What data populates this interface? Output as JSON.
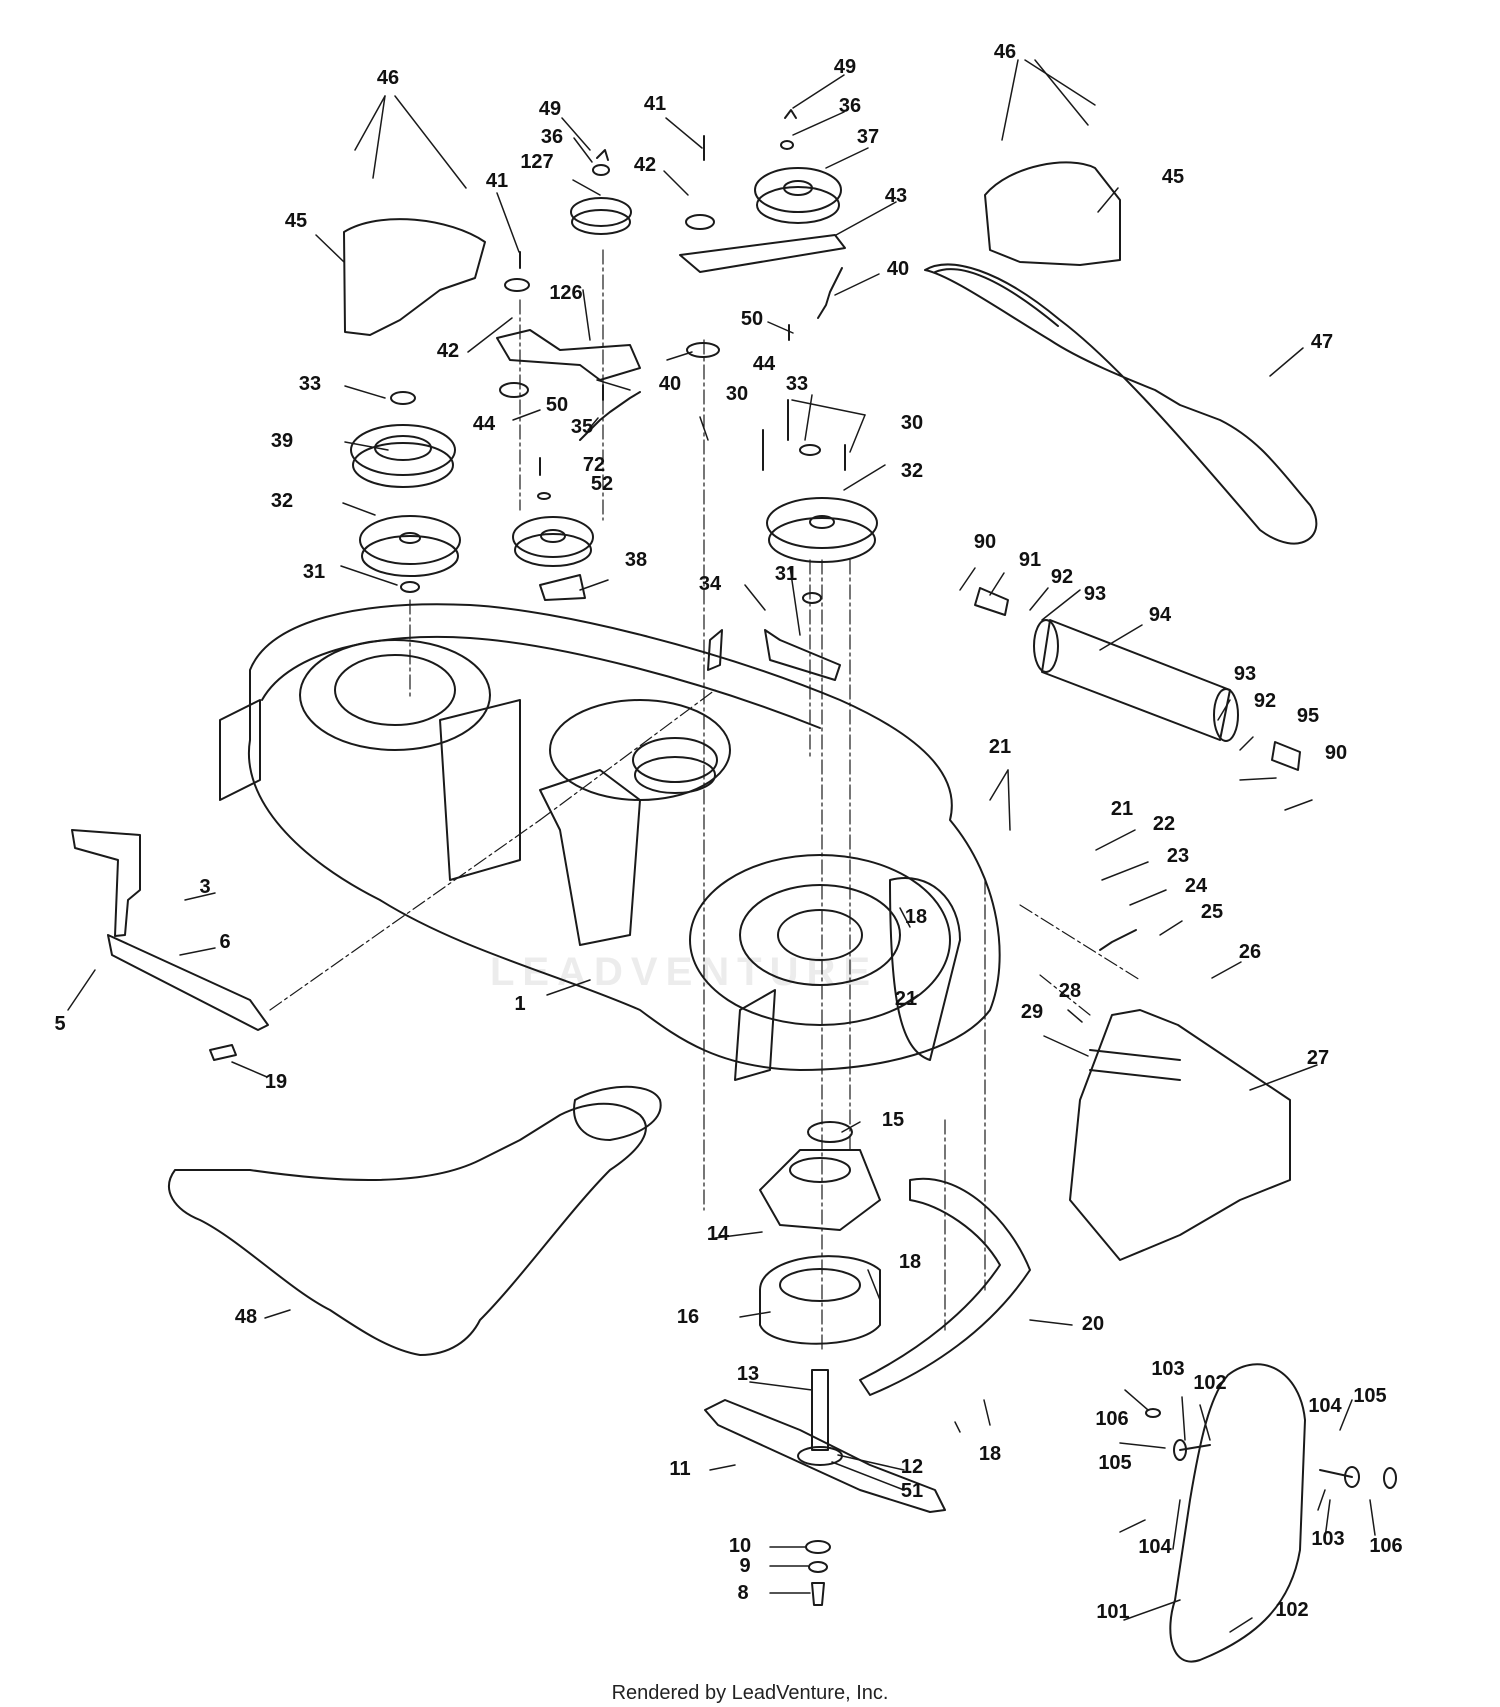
{
  "watermark": "LEADVENTURE",
  "footer": "Rendered by LeadVenture, Inc.",
  "callouts": [
    "1",
    "3",
    "5",
    "6",
    "8",
    "9",
    "10",
    "11",
    "12",
    "13",
    "14",
    "15",
    "16",
    "18",
    "19",
    "20",
    "21",
    "22",
    "23",
    "24",
    "25",
    "26",
    "27",
    "28",
    "29",
    "30",
    "31",
    "32",
    "33",
    "34",
    "35",
    "36",
    "37",
    "38",
    "39",
    "40",
    "41",
    "42",
    "43",
    "44",
    "45",
    "46",
    "47",
    "48",
    "49",
    "50",
    "51",
    "52",
    "72",
    "90",
    "91",
    "92",
    "93",
    "94",
    "95",
    "101",
    "102",
    "103",
    "104",
    "105",
    "106",
    "126",
    "127"
  ],
  "colors": {
    "line": "#1a1a1a",
    "text": "#111111",
    "watermark": "#ececec",
    "background": "#ffffff"
  }
}
